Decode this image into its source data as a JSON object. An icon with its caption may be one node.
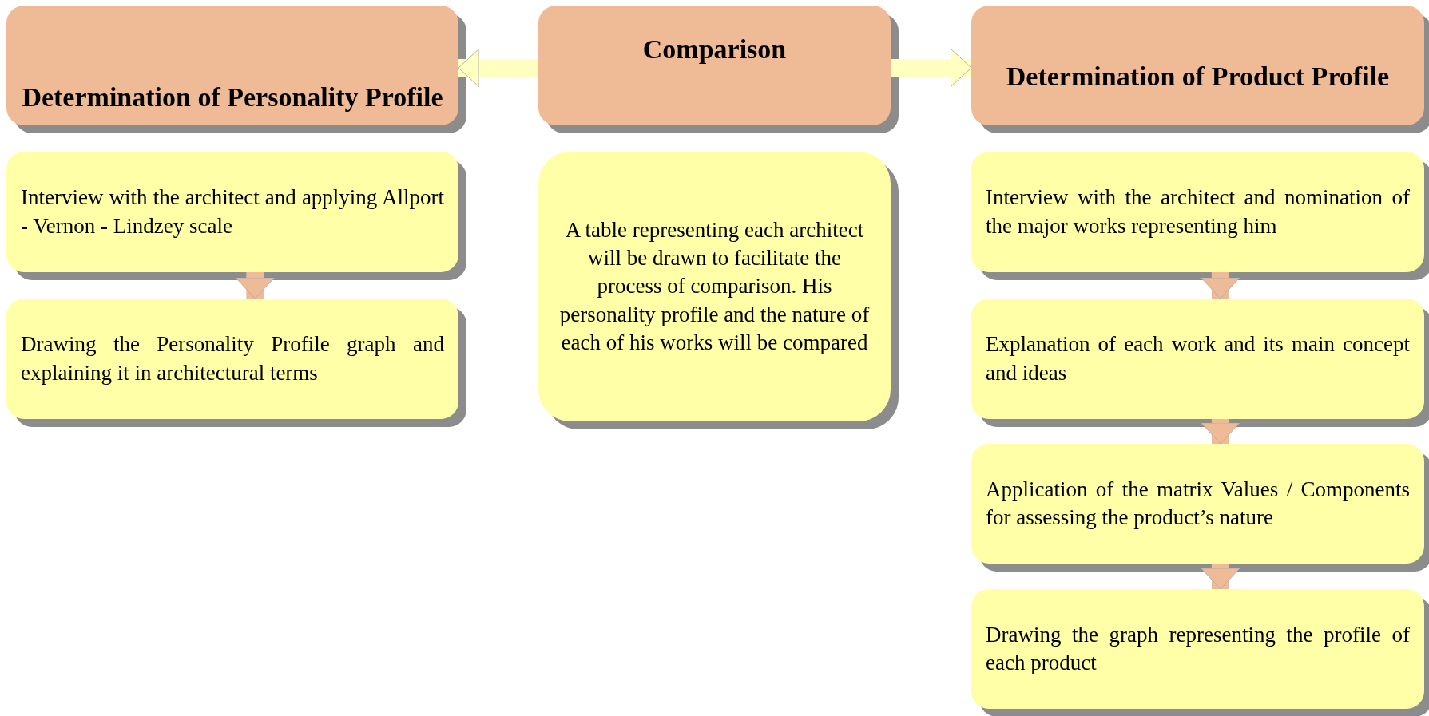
{
  "diagram": {
    "nodes": [
      {
        "text": [
          "Determination of Personality Profile"
        ]
      },
      {
        "text": [
          "Comparison"
        ]
      },
      {
        "text": [
          "Determination of Product Profile"
        ]
      },
      {
        "text": [
          "Interview with the architect and applying Allport - Vernon - Lindzey scale"
        ]
      },
      {
        "text": [
          "Drawing the Personality Profile graph and explaining it in architectural terms"
        ]
      },
      {
        "text": [
          "A table representing each architect will be drawn to facilitate the process of comparison. His personality profile and the nature of each of his works will be compared"
        ]
      },
      {
        "text": [
          "Interview with the architect and nomination of the major works representing him"
        ]
      },
      {
        "text": [
          "Explanation of each work and its main concept and ideas"
        ]
      },
      {
        "text": [
          "Application of the matrix Values / Components for assessing the product’s nature"
        ]
      },
      {
        "text": [
          "Drawing the graph representing the profile of each product"
        ]
      }
    ],
    "edges": [
      {
        "from": 1,
        "to": 0,
        "arrow": "to",
        "color": "#ffffc0"
      },
      {
        "from": 1,
        "to": 2,
        "arrow": "to",
        "color": "#ffffc0"
      },
      {
        "from": 3,
        "to": 4,
        "arrow": "to"
      },
      {
        "from": 6,
        "to": 7,
        "arrow": "to"
      },
      {
        "from": 7,
        "to": 8,
        "arrow": "to"
      },
      {
        "from": 8,
        "to": 9,
        "arrow": "to"
      }
    ]
  }
}
